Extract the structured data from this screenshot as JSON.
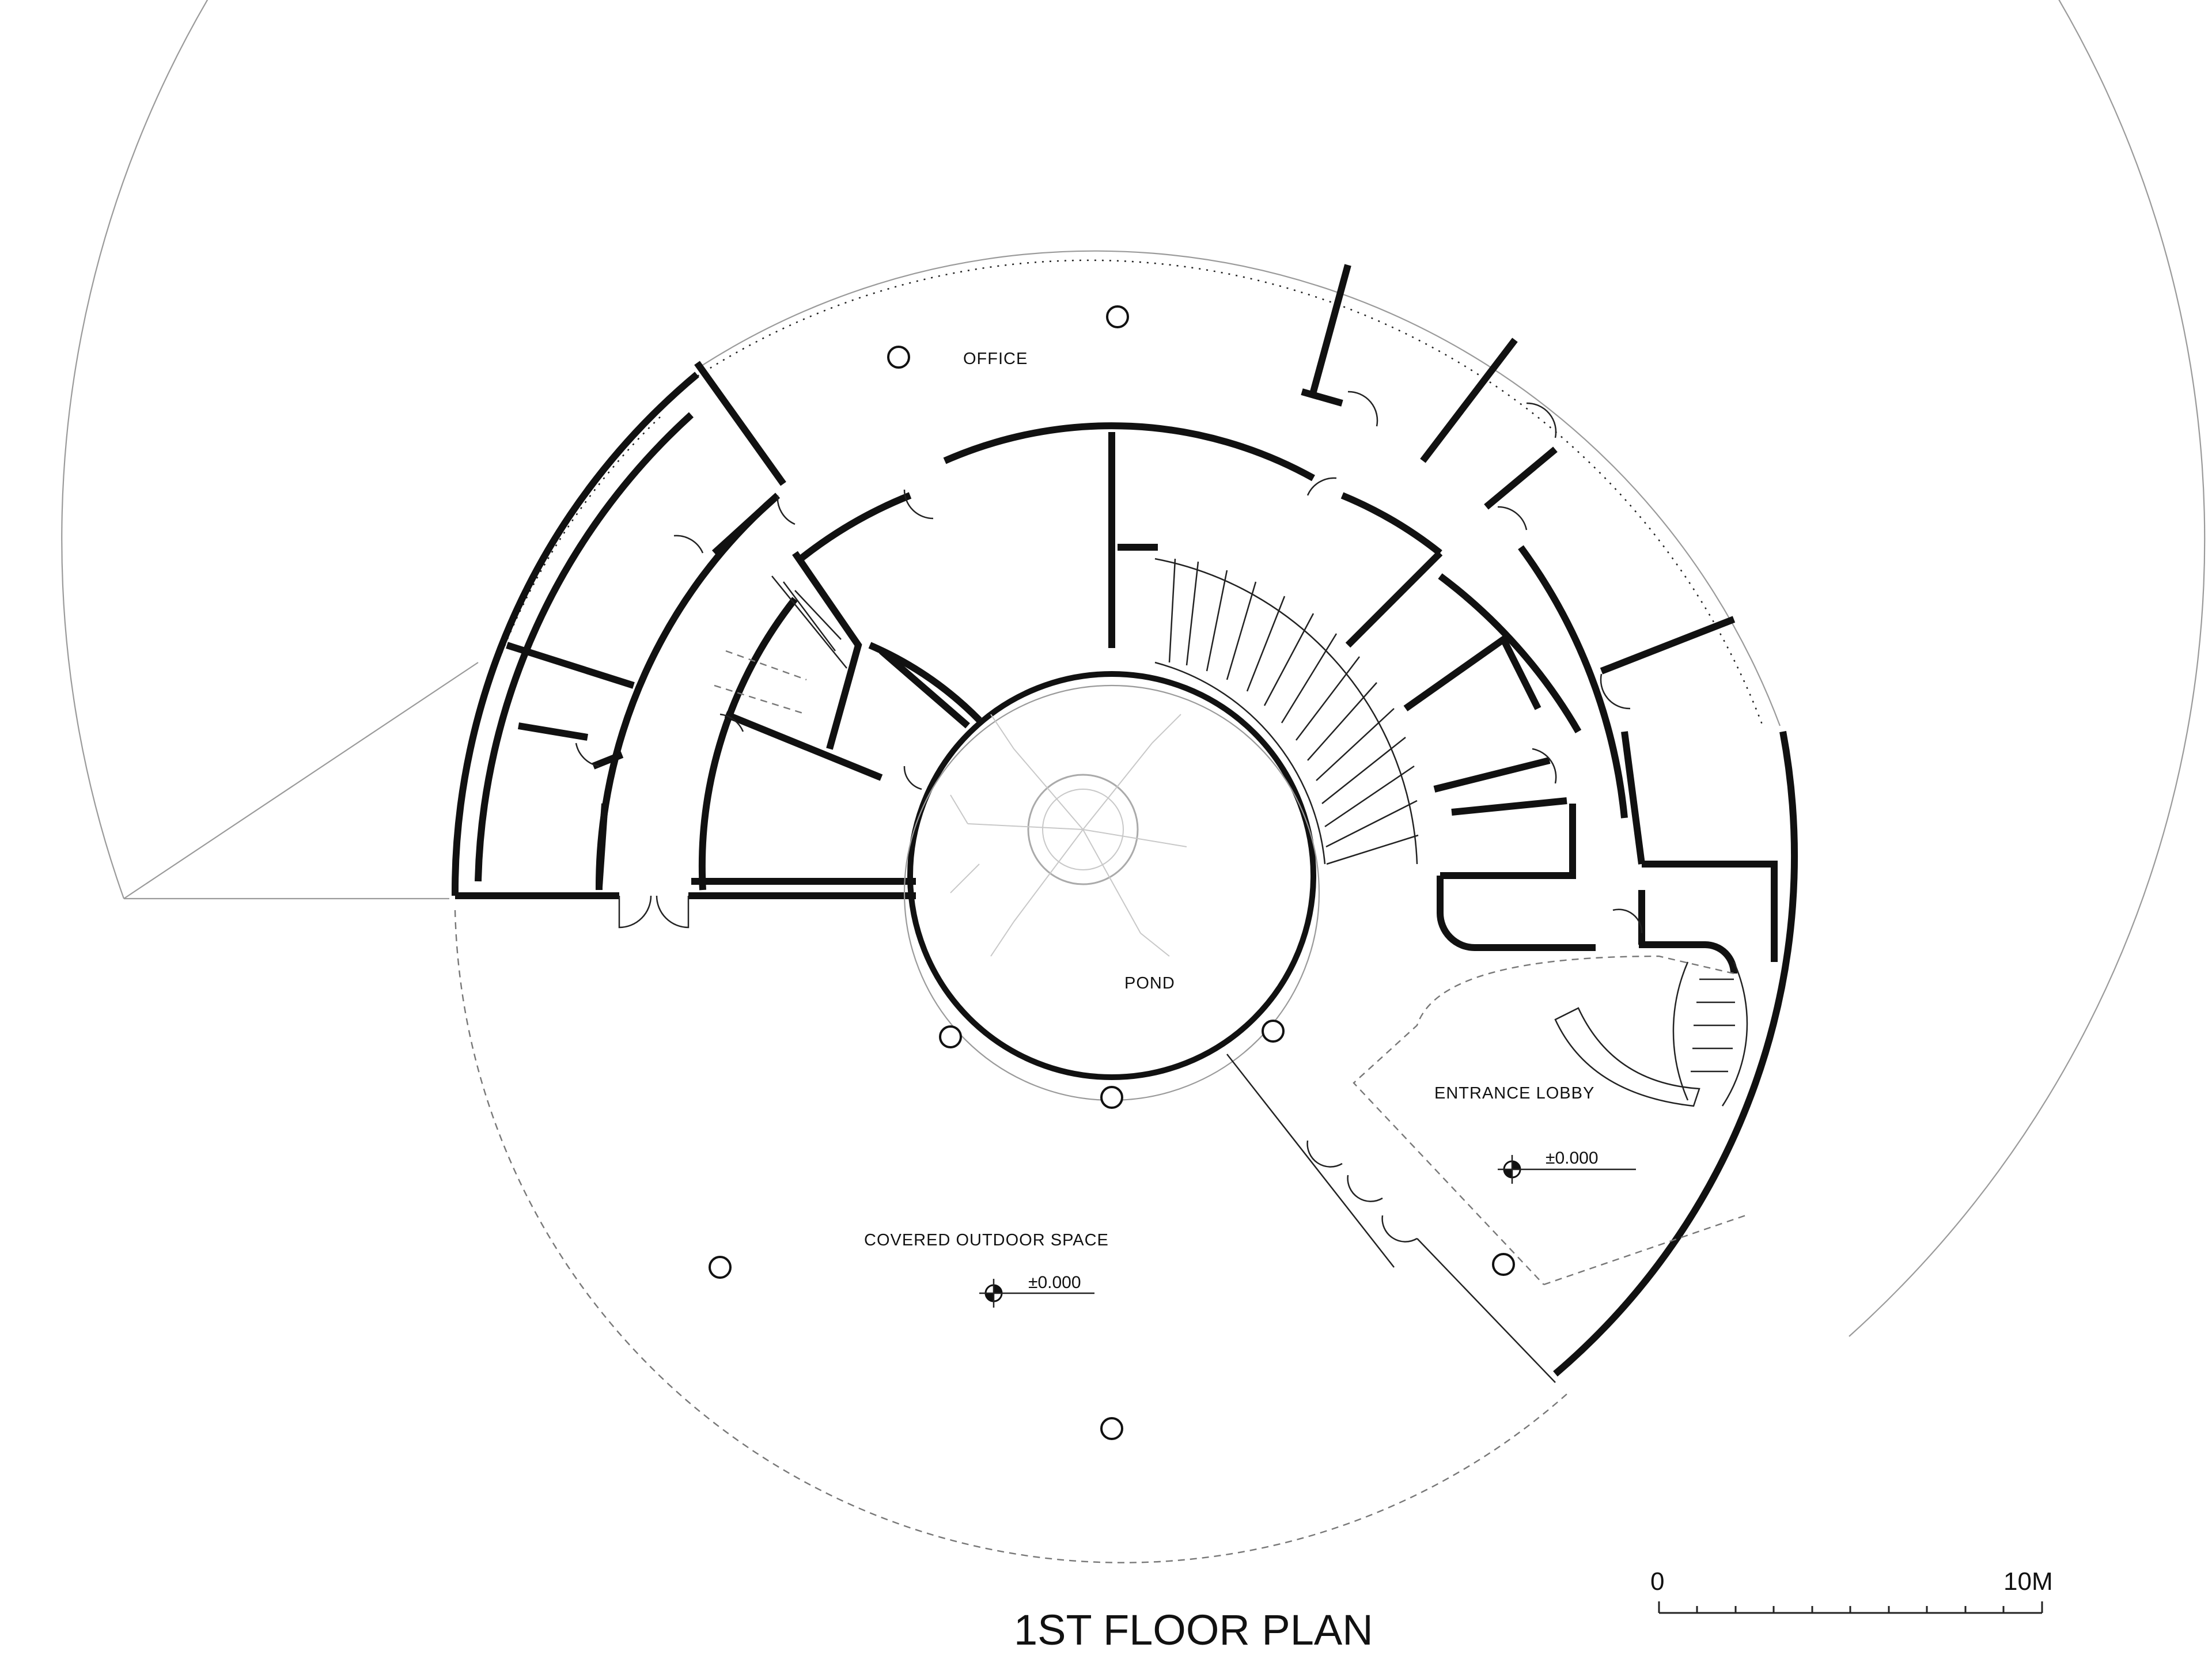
{
  "title": "1ST FLOOR PLAN",
  "rooms": {
    "office": "OFFICE",
    "pond": "POND",
    "entrance_lobby": "ENTRANCE LOBBY",
    "covered_outdoor_space": "COVERED OUTDOOR SPACE"
  },
  "elevations": {
    "lobby": "±0.000",
    "outdoor": "±0.000"
  },
  "scale_bar": {
    "start": "0",
    "end": "10M"
  }
}
